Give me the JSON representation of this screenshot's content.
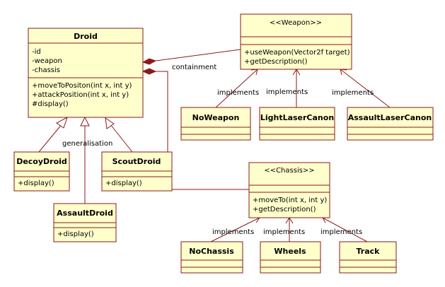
{
  "classes": {
    "droid": {
      "name": "Droid",
      "attributes": [
        "-id",
        "-weapon",
        "-chassis"
      ],
      "operations": [
        "+moveToPositon(int x, int y)",
        "+attackPosition(int x, int y)",
        "#display()"
      ]
    },
    "weapon": {
      "name": "<<Weapon>>",
      "operations": [
        "+useWeapon(Vector2f target)",
        "+getDescription()"
      ]
    },
    "chassis": {
      "name": "<<Chassis>>",
      "operations": [
        "+moveTo(int x, int y)",
        "+getDescription()"
      ]
    },
    "decoy_droid": {
      "name": "DecoyDroid",
      "operations": [
        "+display()"
      ]
    },
    "scout_droid": {
      "name": "ScoutDroid",
      "operations": [
        "+display()"
      ]
    },
    "assault_droid": {
      "name": "AssaultDroid",
      "operations": [
        "+display()"
      ]
    },
    "no_weapon": {
      "name": "NoWeapon"
    },
    "light_laser_canon": {
      "name": "LightLaserCanon"
    },
    "assault_laser_canon": {
      "name": "AssaultLaserCanon"
    },
    "no_chassis": {
      "name": "NoChassis"
    },
    "wheels": {
      "name": "Wheels"
    },
    "track": {
      "name": "Track"
    }
  },
  "labels": {
    "containment": "containment",
    "generalisation": "generalisation",
    "implements": "implements"
  },
  "colors": {
    "box_fill": "#ffffcc",
    "line": "#8b1a1a"
  }
}
